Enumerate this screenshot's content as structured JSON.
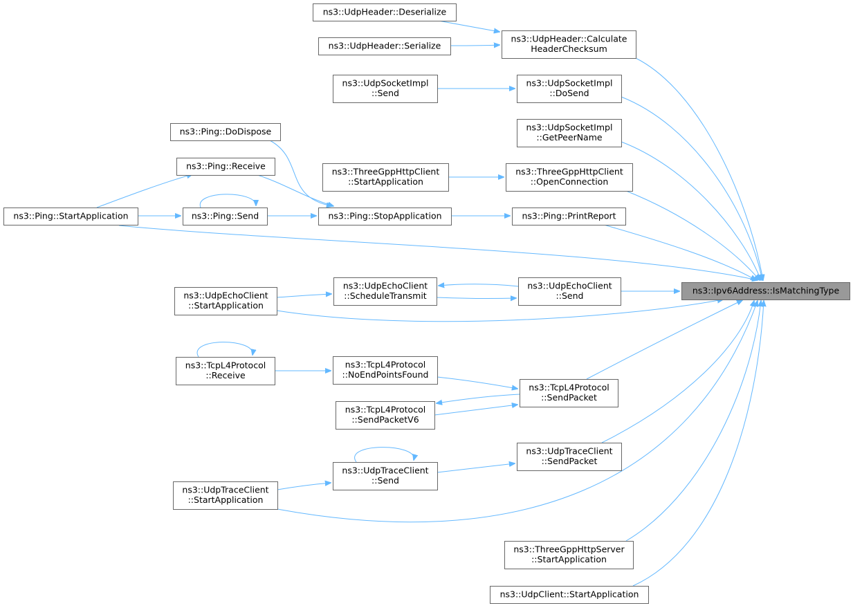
{
  "diagram": {
    "nodes": [
      {
        "id": "n_target",
        "lines": [
          "ns3::Ipv6Address::IsMatchingType"
        ],
        "target": true
      },
      {
        "id": "n_udphdr_deser",
        "lines": [
          "ns3::UdpHeader::Deserialize"
        ]
      },
      {
        "id": "n_udphdr_ser",
        "lines": [
          "ns3::UdpHeader::Serialize"
        ]
      },
      {
        "id": "n_udphdr_calc",
        "lines": [
          "ns3::UdpHeader::Calculate",
          "HeaderChecksum"
        ]
      },
      {
        "id": "n_udpsock_send",
        "lines": [
          "ns3::UdpSocketImpl",
          "::Send"
        ]
      },
      {
        "id": "n_udpsock_dosend",
        "lines": [
          "ns3::UdpSocketImpl",
          "::DoSend"
        ]
      },
      {
        "id": "n_udpsock_peer",
        "lines": [
          "ns3::UdpSocketImpl",
          "::GetPeerName"
        ]
      },
      {
        "id": "n_ping_dispose",
        "lines": [
          "ns3::Ping::DoDispose"
        ]
      },
      {
        "id": "n_ping_receive",
        "lines": [
          "ns3::Ping::Receive"
        ]
      },
      {
        "id": "n_tgpp_client_start",
        "lines": [
          "ns3::ThreeGppHttpClient",
          "::StartApplication"
        ]
      },
      {
        "id": "n_tgpp_client_open",
        "lines": [
          "ns3::ThreeGppHttpClient",
          "::OpenConnection"
        ]
      },
      {
        "id": "n_ping_start",
        "lines": [
          "ns3::Ping::StartApplication"
        ]
      },
      {
        "id": "n_ping_send",
        "lines": [
          "ns3::Ping::Send"
        ]
      },
      {
        "id": "n_ping_stop",
        "lines": [
          "ns3::Ping::StopApplication"
        ]
      },
      {
        "id": "n_ping_report",
        "lines": [
          "ns3::Ping::PrintReport"
        ]
      },
      {
        "id": "n_echo_start",
        "lines": [
          "ns3::UdpEchoClient",
          "::StartApplication"
        ]
      },
      {
        "id": "n_echo_sched",
        "lines": [
          "ns3::UdpEchoClient",
          "::ScheduleTransmit"
        ]
      },
      {
        "id": "n_echo_send",
        "lines": [
          "ns3::UdpEchoClient",
          "::Send"
        ]
      },
      {
        "id": "n_tcp_receive",
        "lines": [
          "ns3::TcpL4Protocol",
          "::Receive"
        ]
      },
      {
        "id": "n_tcp_noend",
        "lines": [
          "ns3::TcpL4Protocol",
          "::NoEndPointsFound"
        ]
      },
      {
        "id": "n_tcp_sendpkt",
        "lines": [
          "ns3::TcpL4Protocol",
          "::SendPacket"
        ]
      },
      {
        "id": "n_tcp_sendpkt6",
        "lines": [
          "ns3::TcpL4Protocol",
          "::SendPacketV6"
        ]
      },
      {
        "id": "n_trace_sendpkt",
        "lines": [
          "ns3::UdpTraceClient",
          "::SendPacket"
        ]
      },
      {
        "id": "n_trace_send",
        "lines": [
          "ns3::UdpTraceClient",
          "::Send"
        ]
      },
      {
        "id": "n_trace_start",
        "lines": [
          "ns3::UdpTraceClient",
          "::StartApplication"
        ]
      },
      {
        "id": "n_tgpp_server_start",
        "lines": [
          "ns3::ThreeGppHttpServer",
          "::StartApplication"
        ]
      },
      {
        "id": "n_udpclient_start",
        "lines": [
          "ns3::UdpClient::StartApplication"
        ]
      }
    ],
    "edges": [
      {
        "from": "n_udphdr_deser",
        "to": "n_udphdr_calc"
      },
      {
        "from": "n_udphdr_ser",
        "to": "n_udphdr_calc"
      },
      {
        "from": "n_udphdr_calc",
        "to": "n_target"
      },
      {
        "from": "n_udpsock_send",
        "to": "n_udpsock_dosend"
      },
      {
        "from": "n_udpsock_dosend",
        "to": "n_target"
      },
      {
        "from": "n_udpsock_peer",
        "to": "n_target"
      },
      {
        "from": "n_ping_start",
        "to": "n_ping_receive"
      },
      {
        "from": "n_ping_start",
        "to": "n_ping_send"
      },
      {
        "from": "n_ping_start",
        "to": "n_target"
      },
      {
        "from": "n_ping_send",
        "to": "n_ping_send"
      },
      {
        "from": "n_ping_send",
        "to": "n_ping_stop"
      },
      {
        "from": "n_ping_dispose",
        "to": "n_ping_stop"
      },
      {
        "from": "n_ping_receive",
        "to": "n_ping_stop"
      },
      {
        "from": "n_ping_stop",
        "to": "n_ping_report"
      },
      {
        "from": "n_ping_report",
        "to": "n_target"
      },
      {
        "from": "n_tgpp_client_start",
        "to": "n_tgpp_client_open"
      },
      {
        "from": "n_tgpp_client_open",
        "to": "n_target"
      },
      {
        "from": "n_echo_start",
        "to": "n_echo_sched"
      },
      {
        "from": "n_echo_start",
        "to": "n_target"
      },
      {
        "from": "n_echo_sched",
        "to": "n_echo_send"
      },
      {
        "from": "n_echo_send",
        "to": "n_echo_sched"
      },
      {
        "from": "n_echo_send",
        "to": "n_target"
      },
      {
        "from": "n_tcp_receive",
        "to": "n_tcp_receive"
      },
      {
        "from": "n_tcp_receive",
        "to": "n_tcp_noend"
      },
      {
        "from": "n_tcp_noend",
        "to": "n_tcp_sendpkt"
      },
      {
        "from": "n_tcp_sendpkt",
        "to": "n_tcp_sendpkt6"
      },
      {
        "from": "n_tcp_sendpkt6",
        "to": "n_tcp_sendpkt"
      },
      {
        "from": "n_tcp_sendpkt",
        "to": "n_target"
      },
      {
        "from": "n_trace_send",
        "to": "n_trace_send"
      },
      {
        "from": "n_trace_send",
        "to": "n_trace_sendpkt"
      },
      {
        "from": "n_trace_start",
        "to": "n_trace_send"
      },
      {
        "from": "n_trace_sendpkt",
        "to": "n_target"
      },
      {
        "from": "n_trace_start",
        "to": "n_target"
      },
      {
        "from": "n_tgpp_server_start",
        "to": "n_target"
      },
      {
        "from": "n_udpclient_start",
        "to": "n_target"
      }
    ]
  },
  "colors": {
    "edge": "#63b8ff",
    "node_border": "#666666",
    "node_fill": "#ffffff",
    "target_fill": "#999999",
    "text": "#000000"
  }
}
